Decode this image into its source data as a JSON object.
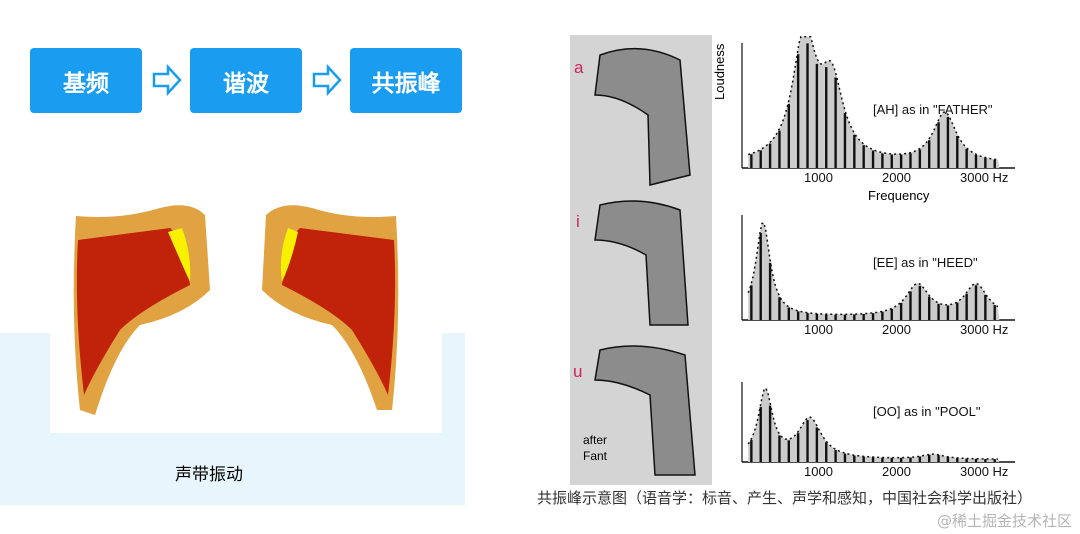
{
  "flow": {
    "steps": [
      "基频",
      "谐波",
      "共振峰"
    ],
    "arrow_icon": "hollow-right-arrow",
    "color": "#1a9cf0"
  },
  "vocal_folds": {
    "caption": "声带振动",
    "colors": {
      "outer": "#e1a242",
      "muscle": "#c0220a",
      "highlight": "#f7f000",
      "base": "#e6f6fc"
    }
  },
  "figure": {
    "vowels": [
      {
        "letter": "a",
        "label": "[AH] as in \"FATHER\"",
        "formants": [
          [
            800,
            1.0
          ],
          [
            1150,
            0.6
          ],
          [
            2600,
            0.4
          ]
        ]
      },
      {
        "letter": "i",
        "label": "[EE] as in \"HEED\"",
        "formants": [
          [
            270,
            0.9
          ],
          [
            2250,
            0.3
          ],
          [
            3000,
            0.3
          ]
        ]
      },
      {
        "letter": "u",
        "label": "[OO] as in \"POOL\"",
        "formants": [
          [
            300,
            0.85
          ],
          [
            870,
            0.5
          ],
          [
            2450,
            0.06
          ]
        ]
      }
    ],
    "ylabel": "Loudness",
    "xlabel": "Frequency",
    "ticks": [
      "1000",
      "2000",
      "3000 Hz"
    ],
    "credit": "after\nFant",
    "caption": "共振峰示意图（语音学：标音、产生、声学和感知，中国社会科学出版社）"
  },
  "watermark": "@稀土掘金技术社区"
}
